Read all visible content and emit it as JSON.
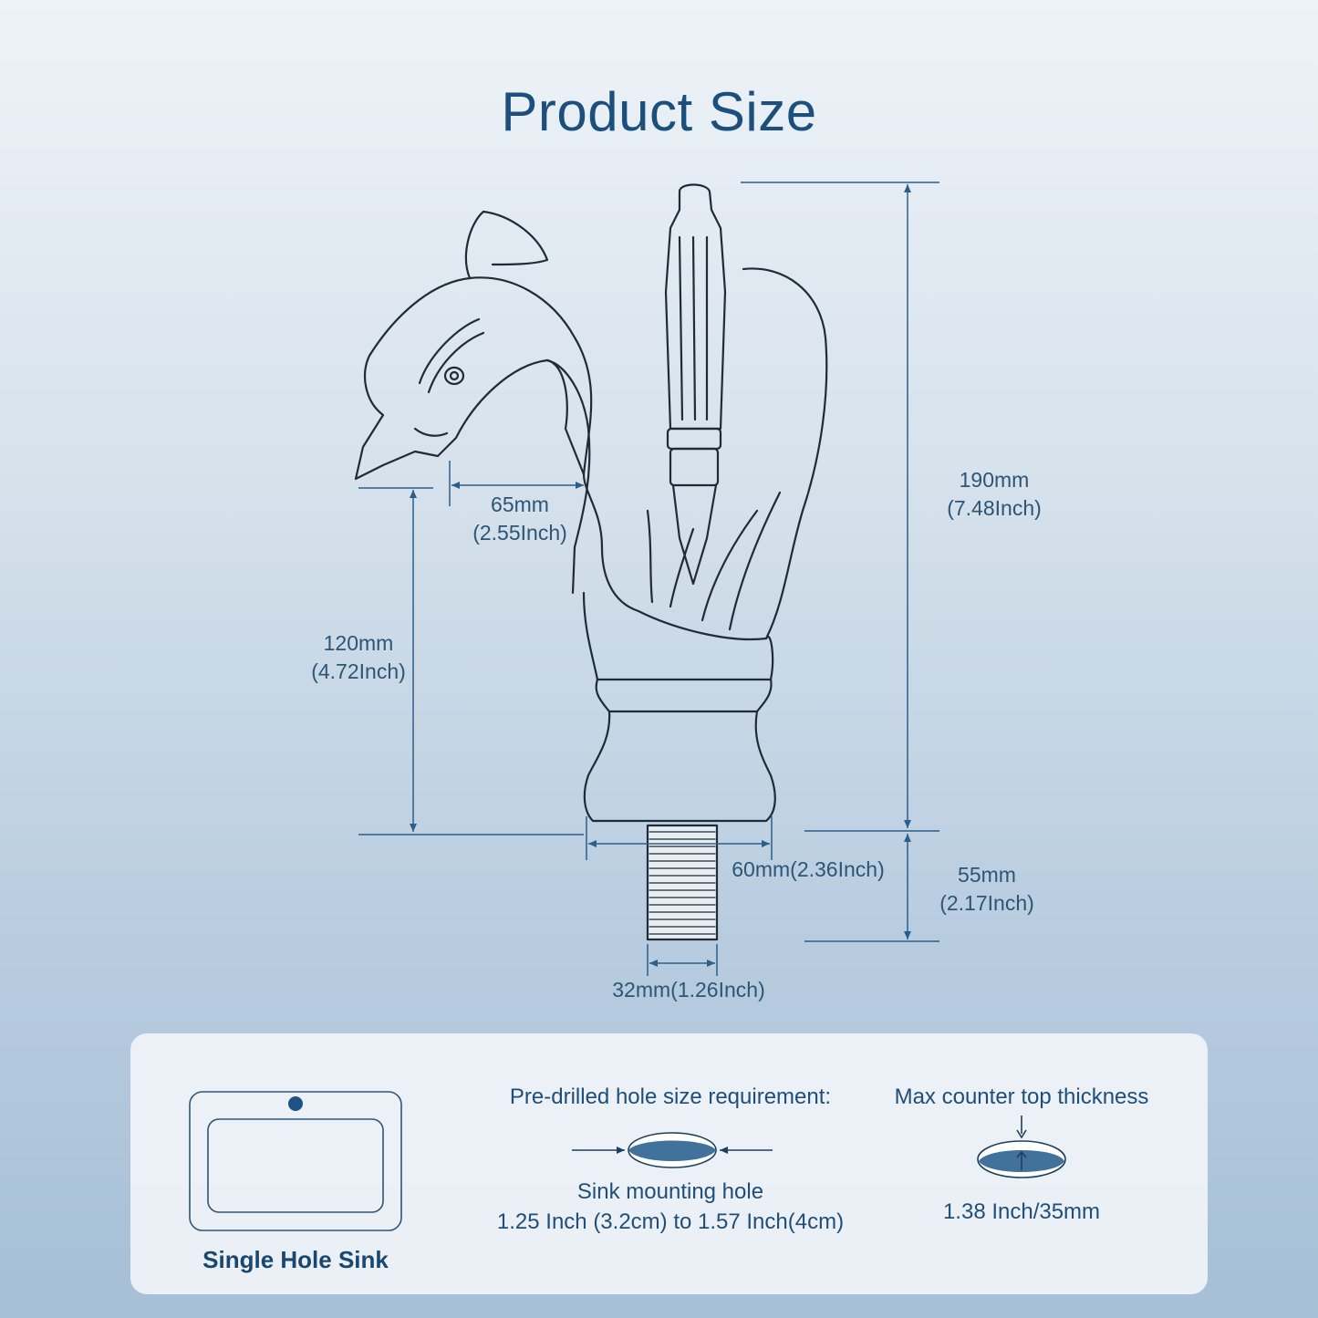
{
  "title": "Product Size",
  "dimensions": {
    "spout_reach": {
      "mm": "65mm",
      "inch": "(2.55Inch)"
    },
    "spout_height": {
      "mm": "120mm",
      "inch": "(4.72Inch)"
    },
    "total_height": {
      "mm": "190mm",
      "inch": "(7.48Inch)"
    },
    "shank_length": {
      "mm": "55mm",
      "inch": "(2.17Inch)"
    },
    "base_diameter": "60mm(2.36Inch)",
    "shank_diameter": "32mm(1.26Inch)"
  },
  "info_panel": {
    "sink_type": "Single Hole Sink",
    "hole_heading": "Pre-drilled hole size requirement:",
    "hole_caption": "Sink mounting hole",
    "hole_range": "1.25 Inch (3.2cm) to 1.57 Inch(4cm)",
    "thickness_heading": "Max counter top thickness",
    "thickness_value": "1.38 Inch/35mm"
  },
  "colors": {
    "accent": "#1c4f7c",
    "dimension_line": "#2b5f8a",
    "hole_fill": "#41729c"
  },
  "icons": [
    "faucet-outline-drawing",
    "single-hole-sink-icon",
    "mounting-hole-icon",
    "countertop-thickness-icon"
  ]
}
